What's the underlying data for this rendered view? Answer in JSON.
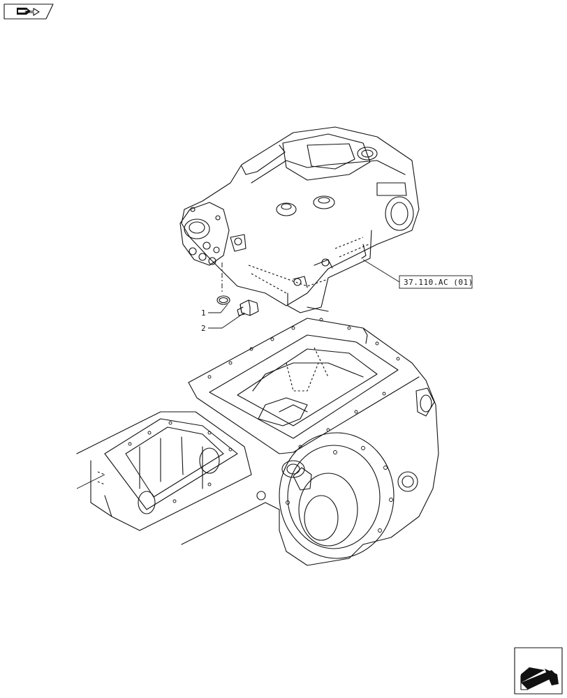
{
  "callouts": [
    {
      "label": "1",
      "part": "o-ring"
    },
    {
      "label": "2",
      "part": "plug"
    }
  ],
  "reference": {
    "label": "37.110.AC (01)"
  },
  "icons": {
    "top_left": "book-arrow-icon",
    "bottom_right": "next-page-arrow-icon"
  }
}
